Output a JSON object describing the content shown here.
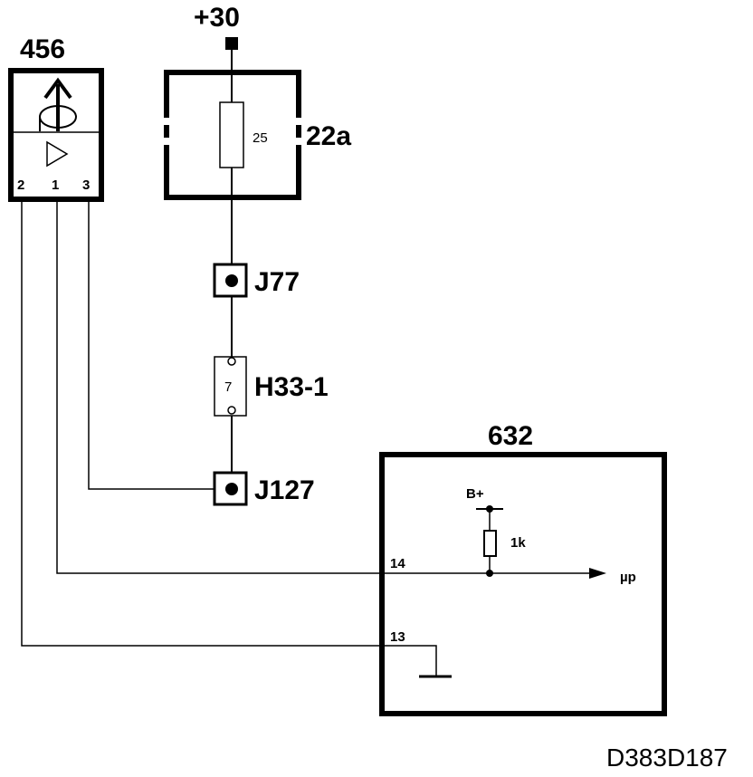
{
  "supply": {
    "label": "+30"
  },
  "sensor": {
    "id": "456",
    "pins": [
      "2",
      "1",
      "3"
    ]
  },
  "fuse_box": {
    "id": "22a",
    "fuse_rating": "25"
  },
  "connectors": {
    "j77": "J77",
    "h33": {
      "id": "H33-1",
      "pin": "7"
    },
    "j127": "J127"
  },
  "module": {
    "id": "632",
    "bplus": "B+",
    "resistor": "1k",
    "pin14": "14",
    "pin13": "13",
    "output": "µp"
  },
  "doc_code": "D383D187",
  "colors": {
    "line": "#000000",
    "background": "#ffffff"
  }
}
